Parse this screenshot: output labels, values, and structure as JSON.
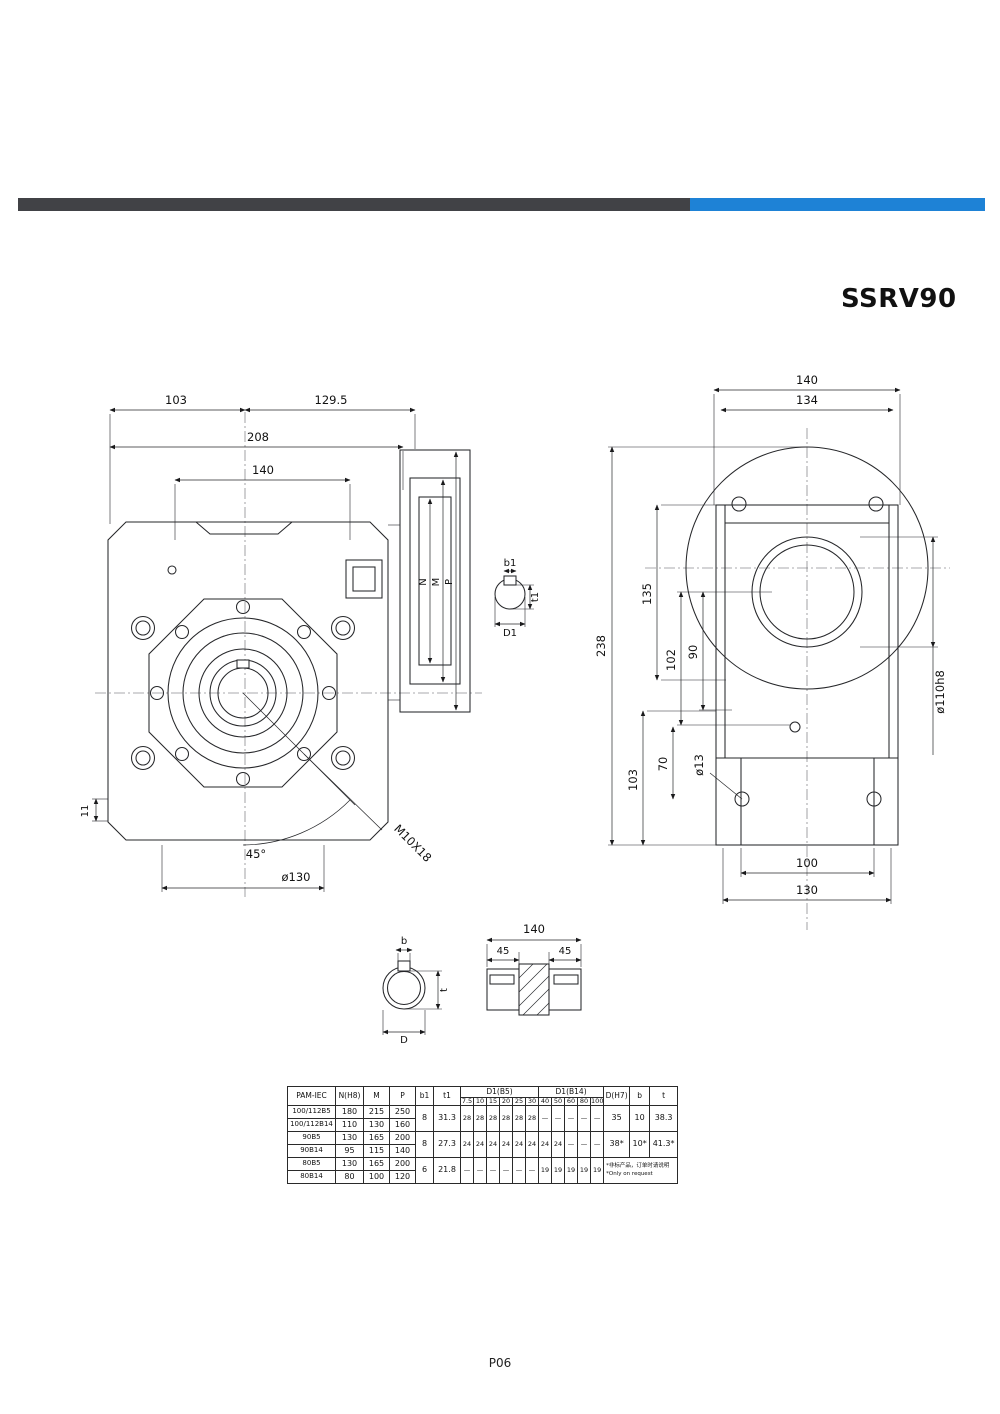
{
  "page": {
    "title": "SSRV90",
    "page_number": "P06"
  },
  "colors": {
    "bar_dark": "#414246",
    "bar_blue": "#1e82d6"
  },
  "front_view": {
    "dim_103": "103",
    "dim_129_5": "129.5",
    "dim_208": "208",
    "dim_140": "140",
    "dim_11": "11",
    "dim_45deg": "45°",
    "dim_d130": "ø130",
    "dim_m10x18": "M10X18",
    "label_n": "N",
    "label_m": "M",
    "label_p": "P",
    "label_b1": "b1",
    "label_t1": "t1",
    "label_d1": "D1"
  },
  "side_view": {
    "dim_140": "140",
    "dim_134": "134",
    "dim_238": "238",
    "dim_135": "135",
    "dim_102": "102",
    "dim_90": "90",
    "dim_103": "103",
    "dim_70": "70",
    "dim_d13": "ø13",
    "dim_d110h8": "ø110h8",
    "dim_100": "100",
    "dim_130": "130"
  },
  "shaft_view": {
    "label_b": "b",
    "label_t": "t",
    "label_d": "D",
    "dim_140": "140",
    "dim_45_left": "45",
    "dim_45_right": "45"
  },
  "table": {
    "headers": {
      "pam": "PAM-IEC",
      "n": "N(H8)",
      "m": "M",
      "p": "P",
      "b1": "b1",
      "t1": "t1",
      "group_b5": "D1(B5)",
      "group_b14": "D1(B14)",
      "d": "D(H7)",
      "b": "b",
      "t": "t",
      "ratios": [
        "7.5",
        "10",
        "15",
        "20",
        "25",
        "30",
        "40",
        "50",
        "60",
        "80",
        "100"
      ]
    },
    "rows": [
      {
        "pam": "100/112B5",
        "n": "180",
        "m": "215",
        "p": "250"
      },
      {
        "pam": "100/112B14",
        "n": "110",
        "m": "130",
        "p": "160"
      },
      {
        "pam": "90B5",
        "n": "130",
        "m": "165",
        "p": "200"
      },
      {
        "pam": "90B14",
        "n": "95",
        "m": "115",
        "p": "140"
      },
      {
        "pam": "80B5",
        "n": "130",
        "m": "165",
        "p": "200"
      },
      {
        "pam": "80B14",
        "n": "80",
        "m": "100",
        "p": "120"
      }
    ],
    "groups": [
      {
        "b1": "8",
        "t1": "31.3",
        "vals": [
          "28",
          "28",
          "28",
          "28",
          "28",
          "28",
          "—",
          "—",
          "—",
          "—",
          "—"
        ],
        "d": "35",
        "bb": "10",
        "tt": "38.3"
      },
      {
        "b1": "8",
        "t1": "27.3",
        "vals": [
          "24",
          "24",
          "24",
          "24",
          "24",
          "24",
          "24",
          "24",
          "—",
          "—",
          "—"
        ],
        "d": "38*",
        "bb": "10*",
        "tt": "41.3*"
      },
      {
        "b1": "6",
        "t1": "21.8",
        "vals": [
          "—",
          "—",
          "—",
          "—",
          "—",
          "—",
          "19",
          "19",
          "19",
          "19",
          "19"
        ]
      }
    ],
    "note_cn": "*非标产品，订单时请说明",
    "note_en": "*Only on request"
  }
}
